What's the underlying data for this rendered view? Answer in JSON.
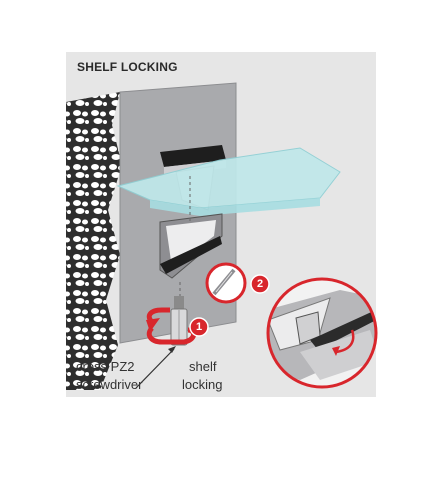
{
  "title": "SHELF LOCKING",
  "labels": {
    "tool_line1": "cross PZ2",
    "tool_line2": "screwdriver",
    "action_line1": "shelf",
    "action_line2": "locking"
  },
  "steps": [
    "1",
    "2"
  ],
  "colors": {
    "accent_red": "#d8262c",
    "wall_gray": "#a9aaad",
    "glass": "#bfe8ea",
    "stone": "#c9c9c9",
    "panel": "#e6e6e6"
  },
  "icons": [
    "rotation-arrow-icon",
    "magnify-circle-icon",
    "pointer-arrow-icon"
  ]
}
